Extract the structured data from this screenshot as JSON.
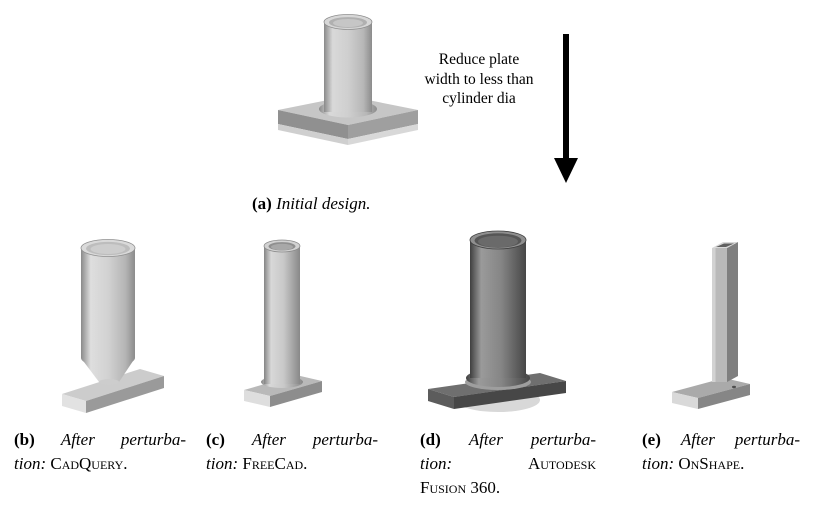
{
  "page": {
    "background": "#ffffff"
  },
  "top_annotation": {
    "lines": [
      "Reduce plate",
      "width to less than",
      "cylinder dia"
    ],
    "arrow_direction": "down",
    "arrow_color": "#000000"
  },
  "captions": {
    "a": {
      "label": "(a)",
      "text": "Initial design."
    },
    "b": {
      "label": "(b)",
      "line1": "After perturba-",
      "line2_prefix": "tion:",
      "tool": "CadQuery."
    },
    "c": {
      "label": "(c)",
      "line1": "After perturba-",
      "line2_prefix": "tion:",
      "tool": "FreeCad."
    },
    "d": {
      "label": "(d)",
      "line1": "After perturba-",
      "line2_prefix": "tion:",
      "tool_line2": "Autodesk",
      "tool_line3": "Fusion 360."
    },
    "e": {
      "label": "(e)",
      "line1": "After perturba-",
      "line2_prefix": "tion:",
      "tool": "OnShape."
    }
  },
  "renders": {
    "a": {
      "name": "cylinder-on-square-plate",
      "shade": "light-gray"
    },
    "b": {
      "name": "wide-cylinder-on-narrow-bar",
      "shade": "light-gray"
    },
    "c": {
      "name": "hollow-tube-on-narrow-bar",
      "shade": "light-gray"
    },
    "d": {
      "name": "large-dark-cylinder-on-narrow-bar",
      "shade": "dark-gray"
    },
    "e": {
      "name": "square-column-on-narrow-bar",
      "shade": "medium-gray"
    }
  },
  "colors": {
    "arrow": "#000000",
    "render_light": "#d6d6d6",
    "render_mid": "#9f9f9f",
    "render_dark": "#4f4f4f",
    "background": "#ffffff"
  }
}
